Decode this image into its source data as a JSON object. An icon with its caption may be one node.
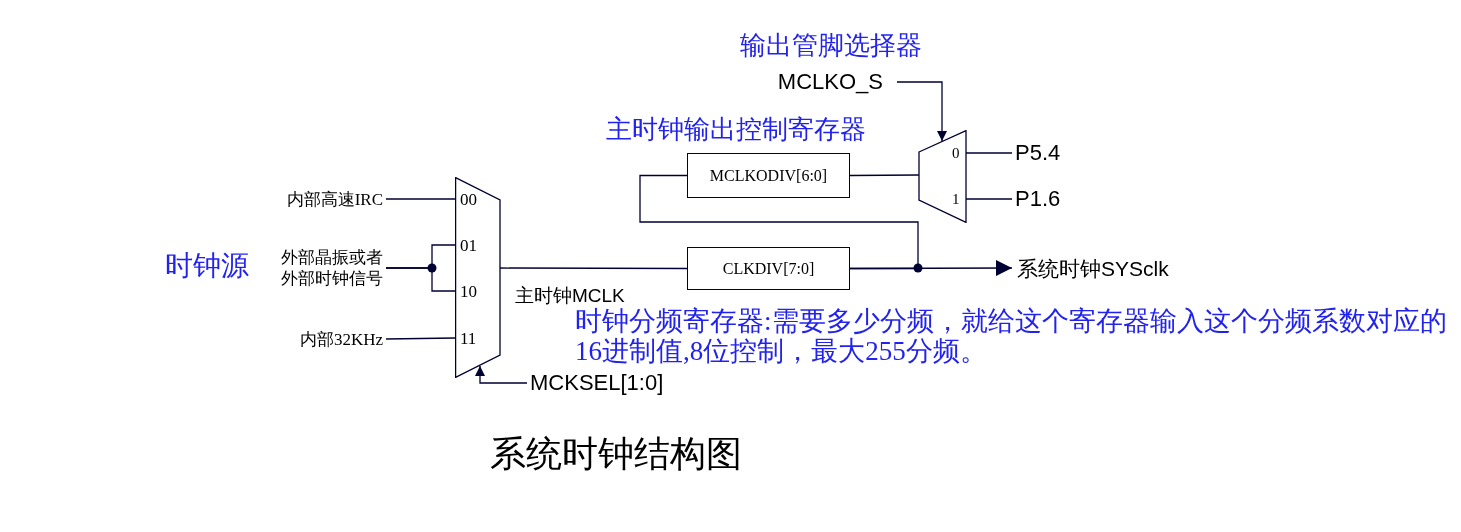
{
  "diagram": {
    "caption": "系统时钟结构图",
    "nodes": [
      {
        "text": [
          "内部高速IRC"
        ]
      },
      {
        "text": [
          "外部晶振或者外部时钟信号"
        ]
      },
      {
        "text": [
          "内部32KHz"
        ]
      },
      {
        "text": [
          "00",
          "01",
          "10",
          "11"
        ]
      },
      {
        "text": [
          "MCKSEL[1:0]"
        ]
      },
      {
        "text": [
          "CLKDIV[7:0]"
        ]
      },
      {
        "text": [
          "系统时钟SYSclk"
        ]
      },
      {
        "text": [
          "MCLKODIV[6:0]"
        ]
      },
      {
        "text": [
          "0",
          "1"
        ]
      },
      {
        "text": [
          "MCLKO_S"
        ]
      },
      {
        "text": [
          "P5.4"
        ]
      },
      {
        "text": [
          "P1.6"
        ]
      }
    ],
    "edges": [
      {
        "from": 0,
        "to": 3,
        "arrow": "none"
      },
      {
        "from": 1,
        "to": 3,
        "arrow": "none"
      },
      {
        "from": 1,
        "to": 3,
        "arrow": "none"
      },
      {
        "from": 2,
        "to": 3,
        "arrow": "none"
      },
      {
        "from": 4,
        "to": 3,
        "arrow": "to"
      },
      {
        "from": 3,
        "to": 5,
        "arrow": "none",
        "label": "主时钟MCLK"
      },
      {
        "from": 5,
        "to": 6,
        "arrow": "to"
      },
      {
        "from": 5,
        "to": 7,
        "arrow": "none"
      },
      {
        "from": 7,
        "to": 8,
        "arrow": "none"
      },
      {
        "from": 9,
        "to": 8,
        "arrow": "to"
      },
      {
        "from": 8,
        "to": 10,
        "arrow": "none"
      },
      {
        "from": 8,
        "to": 11,
        "arrow": "none"
      }
    ],
    "labels": [
      "输出管脚选择器",
      "主时钟输出控制寄存器",
      "时钟源",
      "时钟分频寄存器:需要多少分频，就给这个寄存器输入这个分频系数对应的16进制值,8位控制，最大255分频。"
    ]
  }
}
